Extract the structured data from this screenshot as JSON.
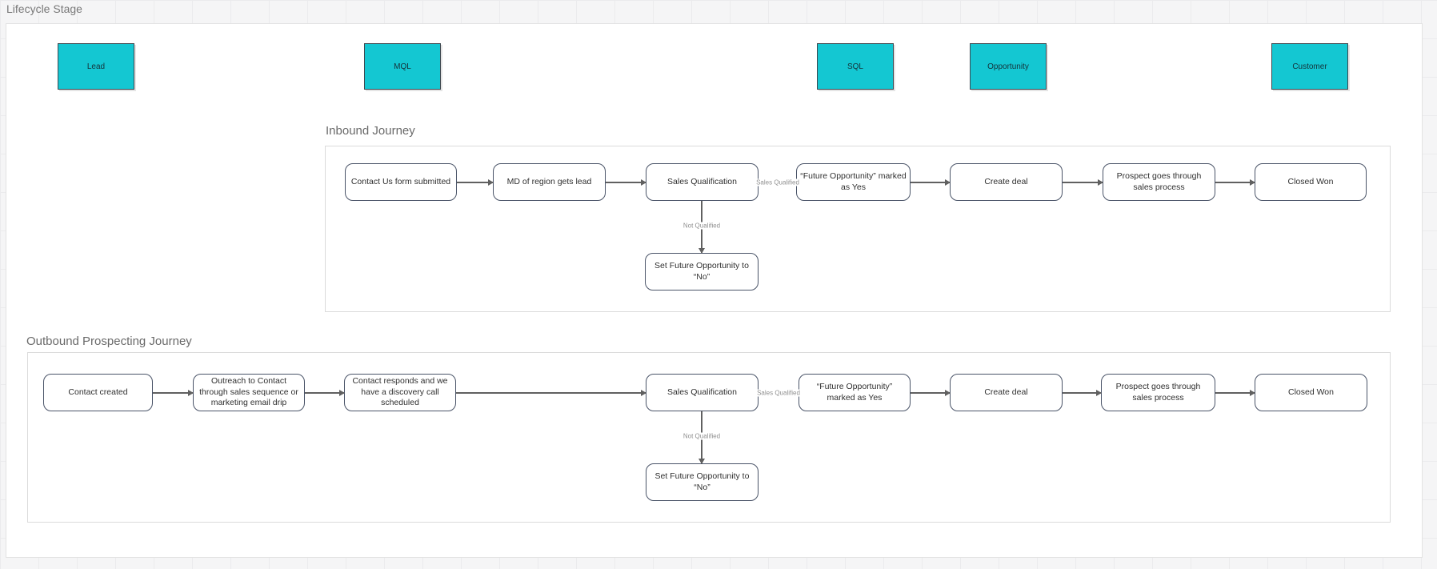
{
  "frame_title": "Lifecycle Stage",
  "colors": {
    "stage_fill": "#14c7d2",
    "stage_border": "#3d474f",
    "node_border": "#4a5468",
    "node_text": "#2f2f2f",
    "connector": "#606060",
    "edge_label_text": "#909090",
    "section_title_text": "#6a6a6a",
    "container_border": "#dbdbdb",
    "canvas_bg": "#ffffff",
    "page_bg": "#f5f5f6"
  },
  "lifecycle_stages": [
    {
      "label": "Lead"
    },
    {
      "label": "MQL"
    },
    {
      "label": "SQL"
    },
    {
      "label": "Opportunity"
    },
    {
      "label": "Customer"
    }
  ],
  "sections": {
    "inbound": {
      "title": "Inbound Journey",
      "nodes": [
        {
          "label": "Contact Us form submitted"
        },
        {
          "label": "MD of region gets lead"
        },
        {
          "label": "Sales Qualification"
        },
        {
          "label": "“Future Opportunity” marked as Yes"
        },
        {
          "label": "Create deal"
        },
        {
          "label": "Prospect goes through sales process"
        },
        {
          "label": "Closed Won"
        },
        {
          "label": "Set Future Opportunity to “No”"
        }
      ],
      "edge_labels": {
        "sales_qualified": "Sales Qualified",
        "not_qualified": "Not Qualified"
      }
    },
    "outbound": {
      "title": "Outbound Prospecting Journey",
      "nodes": [
        {
          "label": "Contact created"
        },
        {
          "label": "Outreach to Contact through sales sequence or marketing email drip"
        },
        {
          "label": "Contact responds and we have a discovery call scheduled"
        },
        {
          "label": "Sales Qualification"
        },
        {
          "label": "“Future Opportunity” marked as Yes"
        },
        {
          "label": "Create deal"
        },
        {
          "label": "Prospect goes through sales process"
        },
        {
          "label": "Closed Won"
        },
        {
          "label": "Set Future Opportunity to “No”"
        }
      ],
      "edge_labels": {
        "sales_qualified": "Sales Qualified",
        "not_qualified": "Not Qualified"
      }
    }
  }
}
